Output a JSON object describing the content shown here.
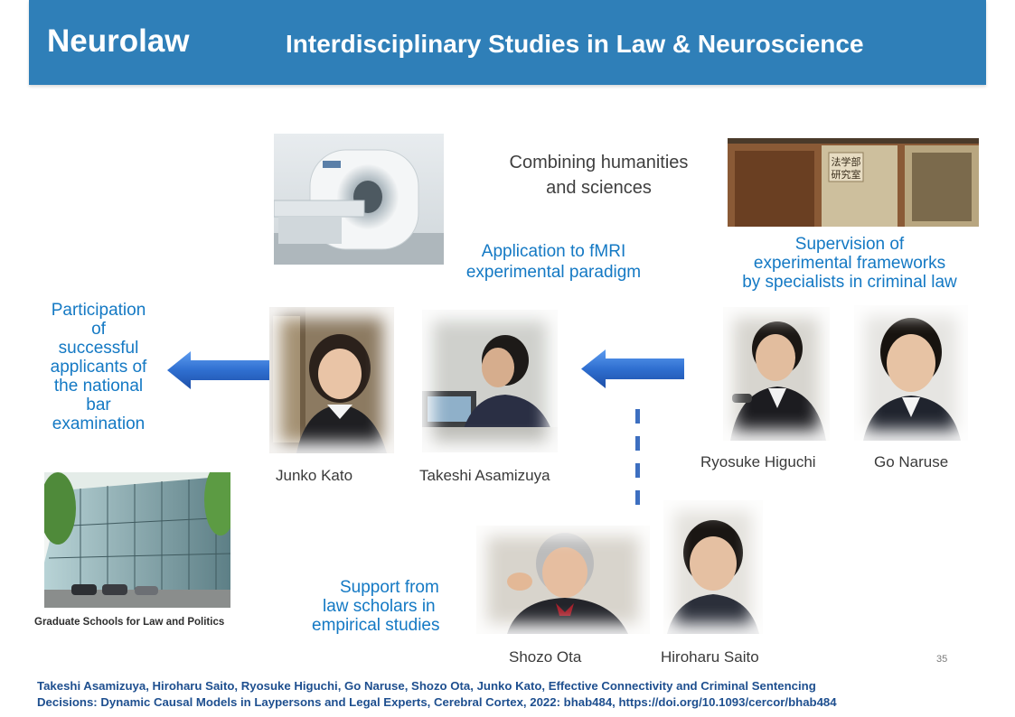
{
  "header": {
    "title": "Neurolaw",
    "subtitle": "Interdisciplinary Studies in Law & Neuroscience"
  },
  "captions": {
    "combining_line1": "Combining humanities",
    "combining_line2": "and sciences",
    "fmri_line1": "Application to fMRI",
    "fmri_line2": "experimental paradigm",
    "supervision_line1": "Supervision of",
    "supervision_line2": "experimental frameworks",
    "supervision_line3": "by specialists in criminal law",
    "participation_lines": [
      "Participation",
      "of",
      "successful",
      "applicants of",
      "the national",
      "bar",
      "examination"
    ],
    "support_line1": "Support from",
    "support_line2": "law scholars in",
    "support_line3": "empirical studies",
    "building_caption": "Graduate Schools for Law and Politics"
  },
  "people": {
    "junko": "Junko Kato",
    "takeshi": "Takeshi Asamizuya",
    "ryosuke": "Ryosuke Higuchi",
    "go": "Go Naruse",
    "shozo": "Shozo Ota",
    "hiroharu": "Hiroharu Saito"
  },
  "icons": {
    "left_arrow_1": "left-arrow-icon",
    "left_arrow_2": "left-arrow-icon"
  },
  "colors": {
    "header_bg": "#2f7fb8",
    "caption_blue": "#1479c4",
    "arrow_blue": "#2f6fd0"
  },
  "page_number": "35",
  "citation": {
    "line1": "Takeshi Asamizuya, Hiroharu Saito, Ryosuke Higuchi, Go Naruse, Shozo Ota, Junko Kato, Effective Connectivity and Criminal Sentencing",
    "line2": "Decisions: Dynamic Causal Models in Laypersons and Legal Experts, Cerebral Cortex, 2022: bhab484, https://doi.org/10.1093/cercor/bhab484"
  }
}
